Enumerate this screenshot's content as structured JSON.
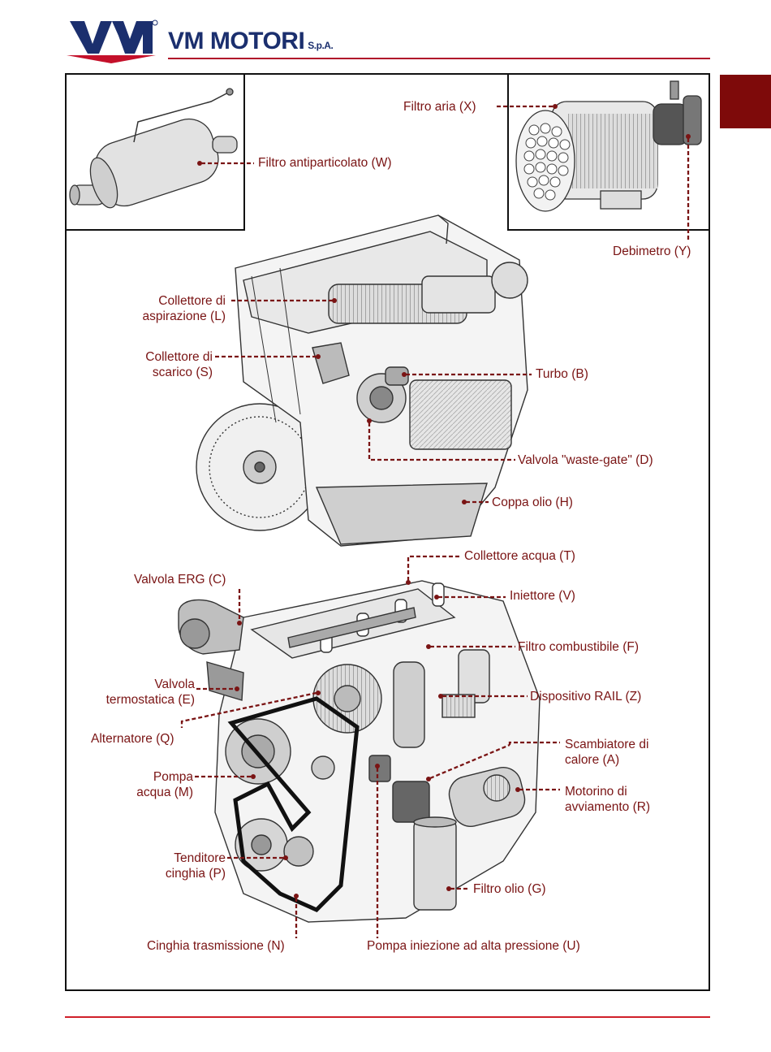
{
  "header": {
    "logo_letters": "VM",
    "brand": "VM MOTORI",
    "brand_suffix": "S.p.A.",
    "brand_color": "#1b2f6e",
    "accent_color": "#b0102a"
  },
  "labels": {
    "W": "Filtro antiparticolato (W)",
    "X": "Filtro aria (X)",
    "Y": "Debimetro (Y)",
    "L1": "Collettore di",
    "L2": "aspirazione (L)",
    "S1": "Collettore di",
    "S2": "scarico (S)",
    "B": "Turbo (B)",
    "D": "Valvola \"waste-gate\" (D)",
    "H": "Coppa olio (H)",
    "T": "Collettore acqua (T)",
    "C": "Valvola ERG (C)",
    "V": "Iniettore (V)",
    "F": "Filtro combustibile (F)",
    "E1": "Valvola",
    "E2": "termostatica (E)",
    "Z": "Dispositivo RAIL (Z)",
    "Q": "Alternatore (Q)",
    "A1": "Scambiatore di",
    "A2": "calore (A)",
    "M1": "Pompa",
    "M2": "acqua (M)",
    "R1": "Motorino di",
    "R2": "avviamento (R)",
    "P1": "Tenditore",
    "P2": "cinghia (P)",
    "G": "Filtro olio (G)",
    "N": "Cinghia trasmissione (N)",
    "U": "Pompa iniezione ad alta pressione (U)"
  },
  "colors": {
    "label": "#7a1414",
    "leader": "#7a1414",
    "tab": "#7e0a0a"
  }
}
